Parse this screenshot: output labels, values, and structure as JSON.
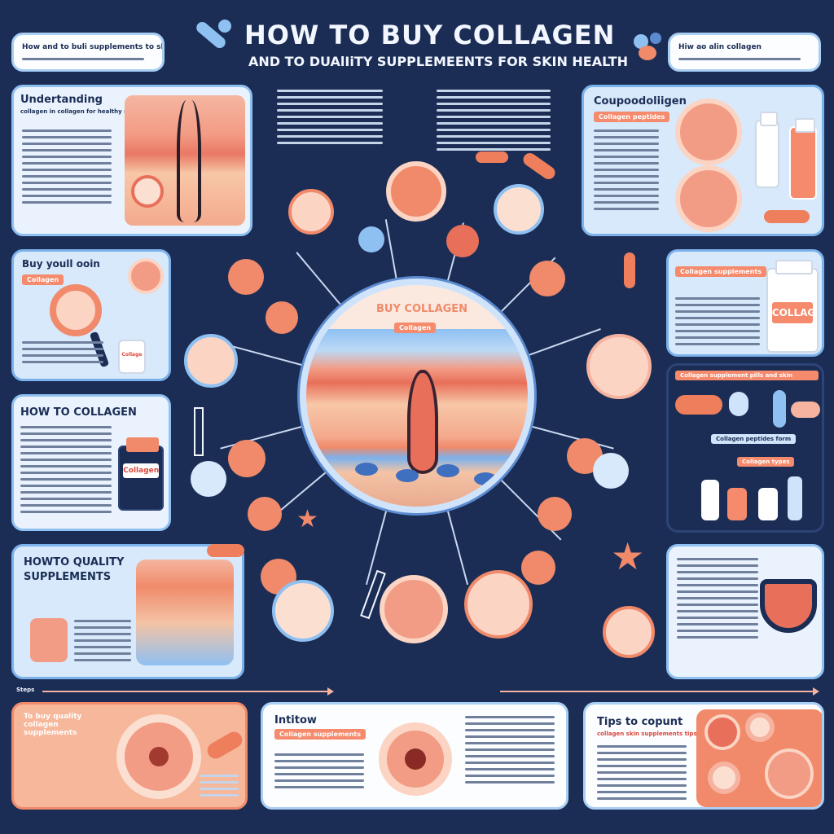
{
  "header": {
    "title": "HOW TO  BUY COLLAGEN",
    "subtitle": "AND TO DUAlIiTY SUPPLEMEENTS  FOR SKIN HEALTH",
    "left_badge": "How and to buli supplements to skin",
    "right_badge": "Hiw ao alin collagen"
  },
  "panels": {
    "understanding": {
      "title": "Undertanding",
      "subtitle": "collagen in collagen for healthy skin supplements"
    },
    "buy": {
      "title": "Buy youll ooin",
      "tag": "Collagen",
      "bottle_label": "Collagen"
    },
    "how": {
      "title": "HOW TO COLLAGEN",
      "bottle_label": "Collagen"
    },
    "quality": {
      "title_line1": "HOWTO QUALITY",
      "title_line2": "SUPPLEMENTS"
    },
    "compound": {
      "title": "Coupoodoliigen",
      "tag": "Collagen peptides"
    },
    "product": {
      "tag": "Collagen supplements",
      "bottle_label": "COLLAGEN"
    },
    "forms": {
      "bar1": "Collagen supplement pills and skin",
      "bar2": "Collagen peptides form",
      "bar3": "Collagen types"
    },
    "center": {
      "title": "BUY COLLAGEN",
      "tag": "Collagen"
    },
    "intro": {
      "title": "Intitow",
      "tag": "Collagen supplements"
    },
    "tips": {
      "title": "Tips to copunt",
      "subtitle": "collagen skin supplements tips"
    },
    "bottom_left": {
      "title": "To buy quality collagen supplements"
    }
  },
  "timeline": {
    "label": "Steps"
  },
  "icon_names": [
    "skin-cross-section-icon",
    "hair-follicle-icon",
    "capsule-icon",
    "bottle-icon",
    "magnifier-icon",
    "starfish-icon",
    "cell-icon",
    "dropper-icon",
    "arrow-icon"
  ],
  "colors": {
    "navy": "#1b2d55",
    "coral": "#f08a6a",
    "light_blue": "#8fc0f2",
    "red": "#e0473b"
  }
}
